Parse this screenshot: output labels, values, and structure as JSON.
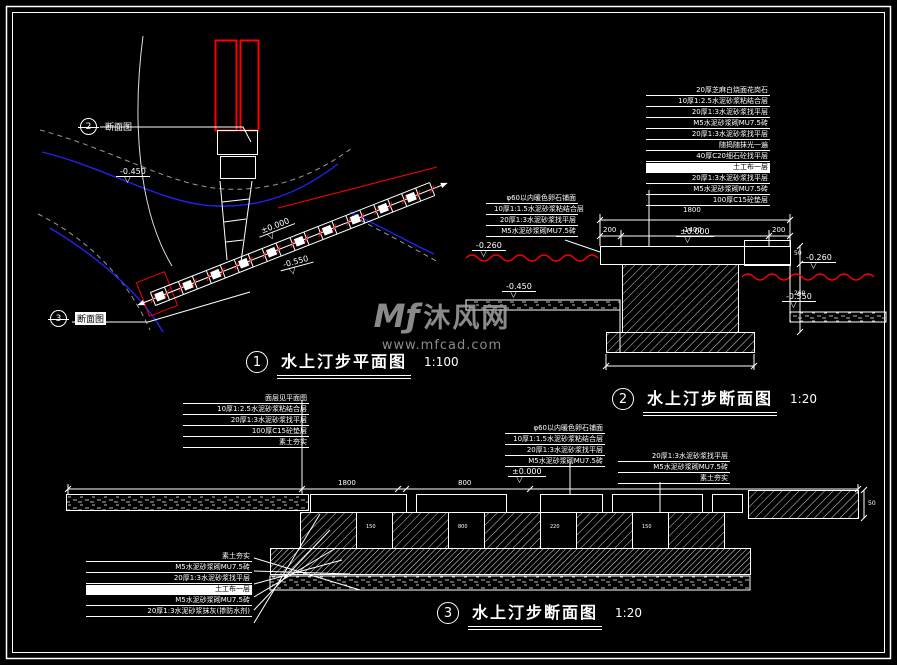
{
  "colors": {
    "background": "#000000",
    "line": "#ffffff",
    "water_blue": "#2222ee",
    "accent_red": "#ff0000",
    "shore_gray": "#999999",
    "watermark_gray": "#a3a3a3"
  },
  "watermark": {
    "logo": "Mƒ",
    "brand": "沐风网",
    "url": "www.mfcad.com"
  },
  "plan": {
    "index": "1",
    "title": "水上汀步平面图",
    "scale": "1:100",
    "marker2": {
      "num": "2",
      "label": "断面图"
    },
    "marker3": {
      "num": "3",
      "label": "断面图"
    },
    "elev_top": "-0.450",
    "elev_mid": "±0.000",
    "elev_low": "-0.550"
  },
  "section2": {
    "index": "2",
    "title": "水上汀步断面图",
    "scale": "1:20",
    "notes": [
      "20厚芝麻白烧面花岗石",
      "10厚1:2.5水泥砂浆粘结合层",
      "20厚1:3水泥砂浆找平层",
      "M5水泥砂浆砌MU7.5砖",
      "20厚1:3水泥砂浆找平层",
      "随捣随抹光一遍",
      "40厚C20细石砼找平层",
      "土工布一层",
      "20厚1:3水泥砂浆找平层",
      "M5水泥砂浆砌MU7.5砖",
      "100厚C15砼垫层"
    ],
    "pebble_notes": [
      "φ60以内暖色卵石铺面",
      "10厚1:1.5水泥砂浆粘结合层",
      "20厚1:3水泥砂浆找平层",
      "M5水泥砂浆砌MU7.5砖"
    ],
    "dim_total": "1800",
    "dim_segs": [
      "200",
      "1400",
      "200"
    ],
    "dim_t": "50",
    "dim_h": "260",
    "elev_top": "±0.000",
    "elev_water_left": "-0.260",
    "elev_bottom_left": "-0.450",
    "elev_water_right": "-0.260",
    "elev_bottom_right": "-0.550"
  },
  "section3": {
    "index": "3",
    "title": "水上汀步断面图",
    "scale": "1:20",
    "left_notes": [
      "面层见平面图",
      "10厚1:2.5水泥砂浆粘结合层",
      "20厚1:3水泥砂浆找平层",
      "100厚C15砼垫层",
      "素土夯实"
    ],
    "pebble_notes": [
      "φ60以内暖色卵石铺面",
      "10厚1:1.5水泥砂浆粘结合层",
      "20厚1:3水泥砂浆找平层",
      "M5水泥砂浆砌MU7.5砖"
    ],
    "pier_notes": [
      "20厚1:3水泥砂浆找平层",
      "M5水泥砂浆砌MU7.5砖",
      "素土夯实"
    ],
    "bottom_notes": [
      "素土夯实",
      "M5水泥砂浆砌MU7.5砖",
      "20厚1:3水泥砂浆找平层",
      "土工布一层",
      "M5水泥砂浆砌MU7.5砖",
      "20厚1:3水泥砂浆抹灰(掺防水剂)"
    ],
    "dim_a": "1800",
    "dim_b": "800",
    "dim_t": "50",
    "pier_dims": [
      "150",
      "800",
      "220",
      "150"
    ],
    "elev_top": "±0.000"
  }
}
